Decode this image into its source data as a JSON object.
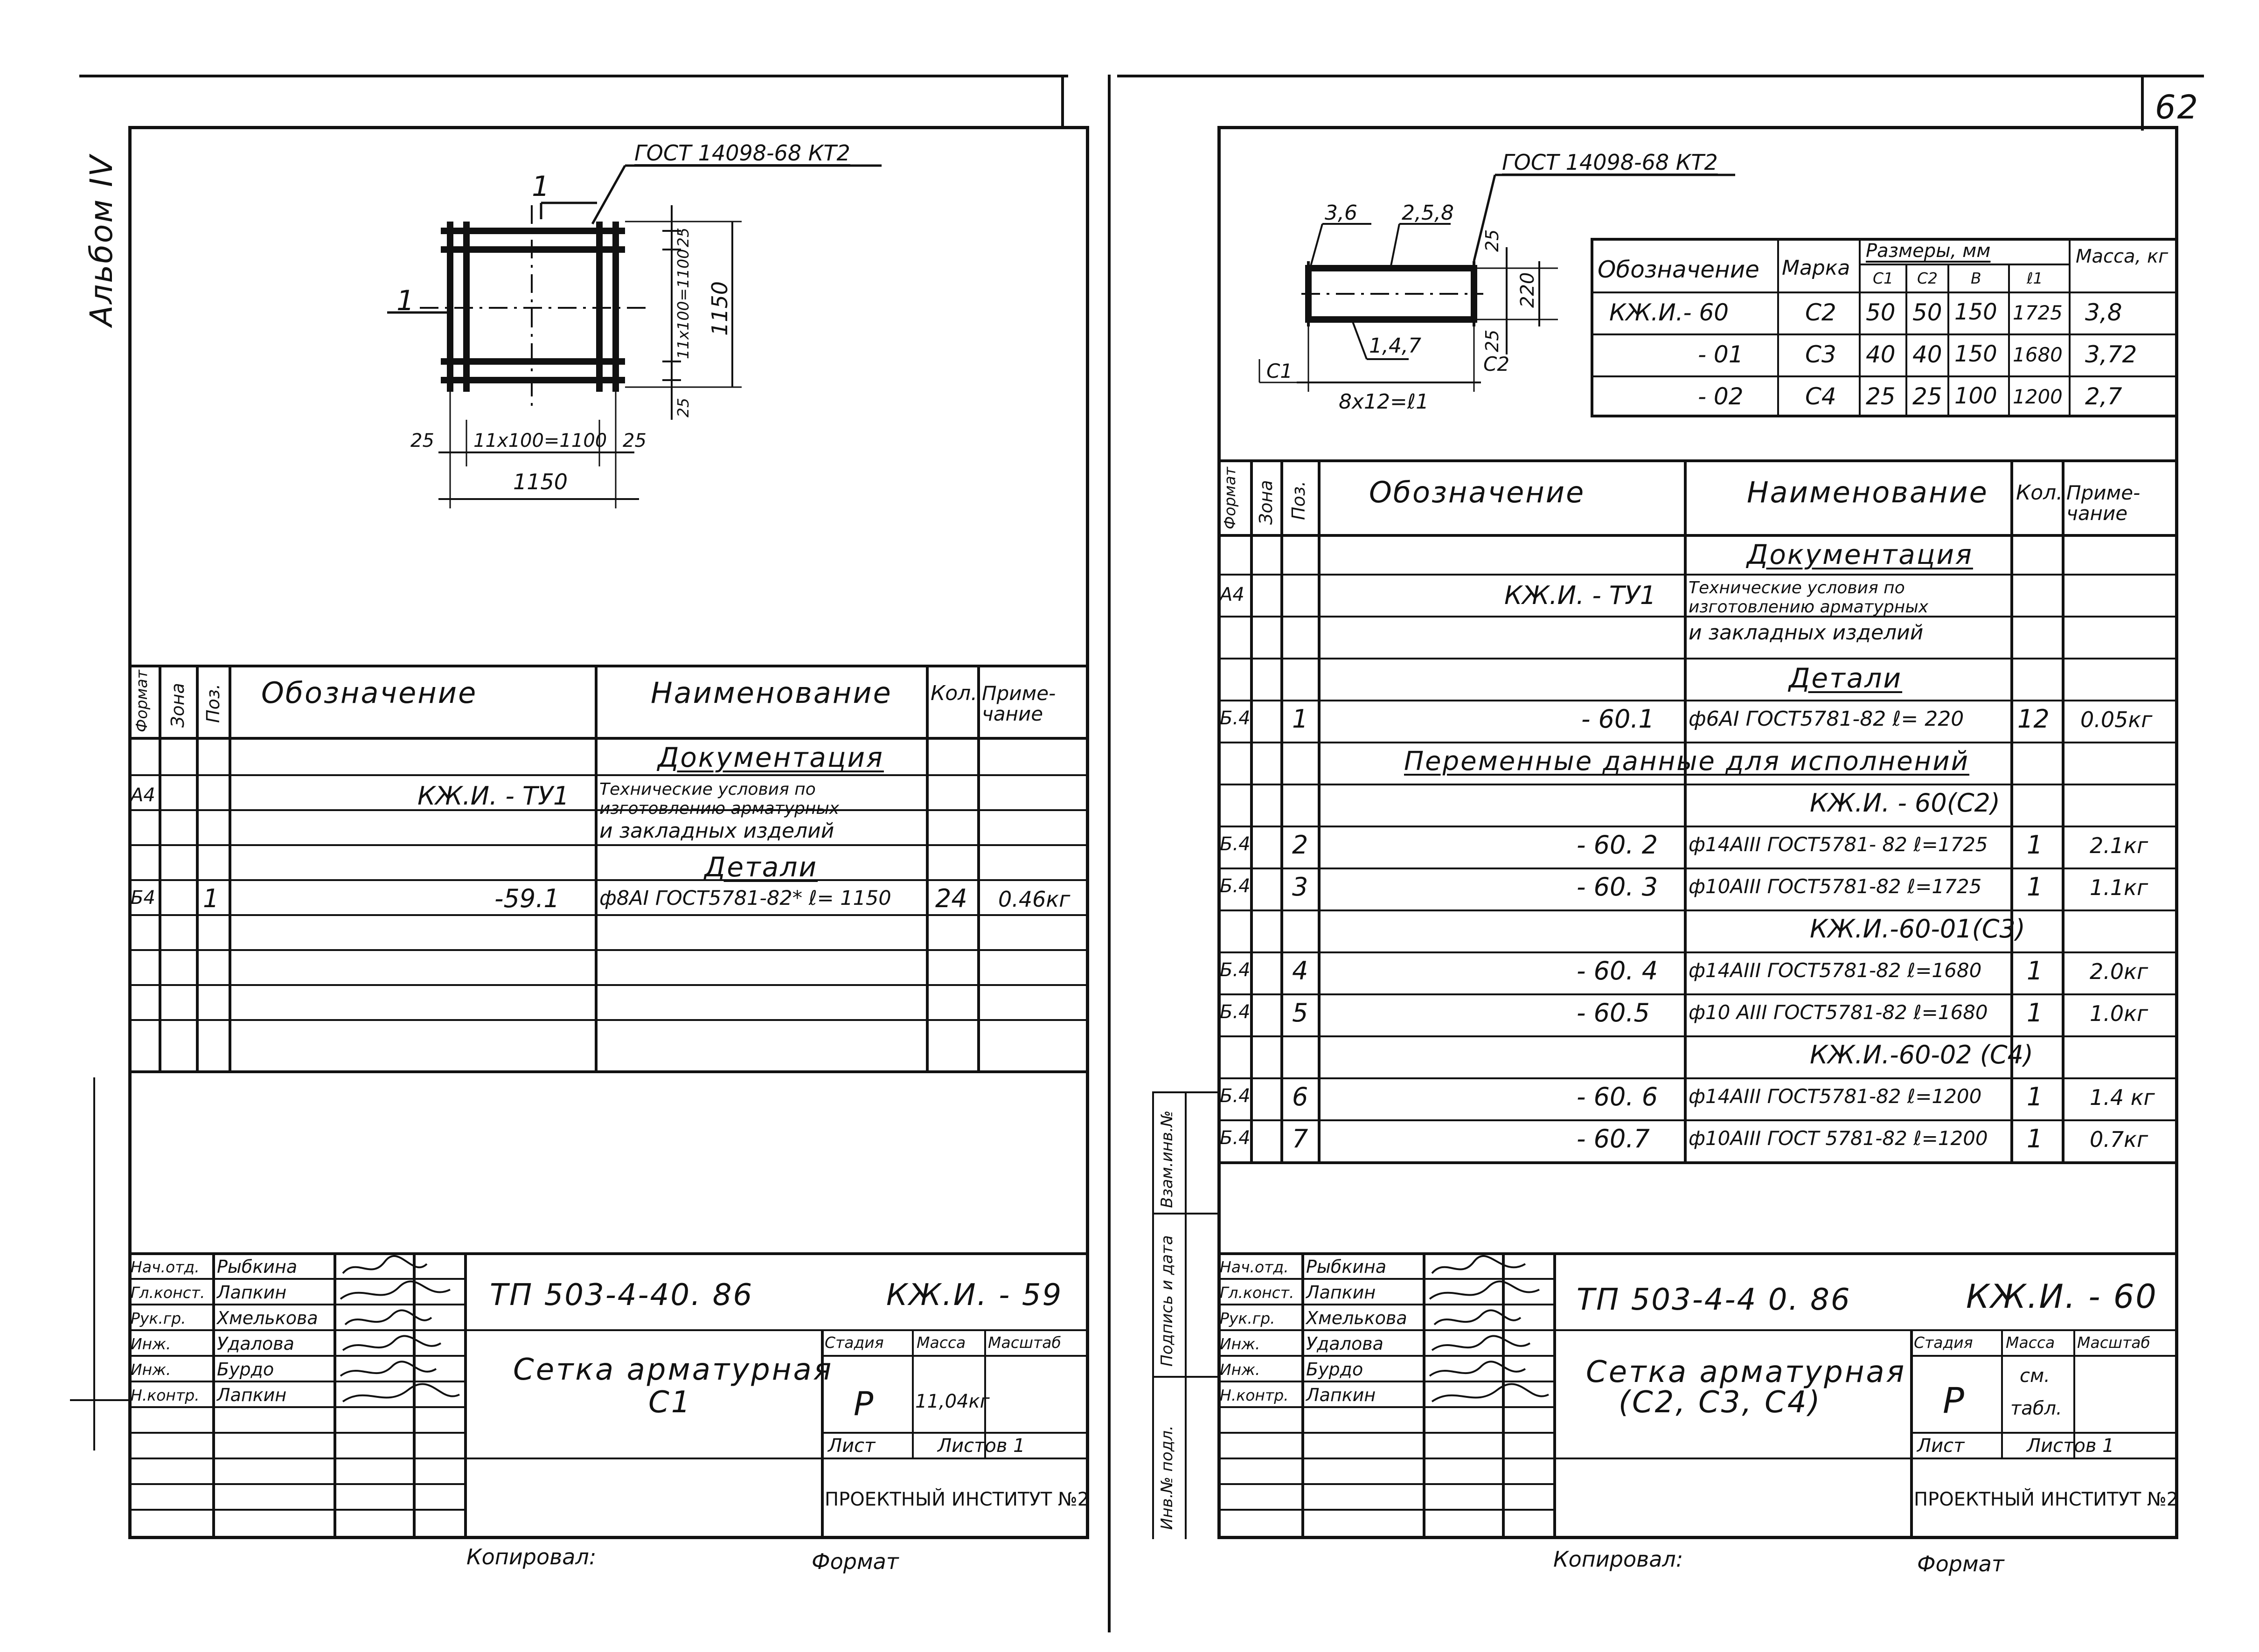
{
  "page_number": "62",
  "album_label": "Альбом IV",
  "left_sheet": {
    "drawing": {
      "gost_label": "ГОСТ 14098-68 КТ2",
      "section_mark": "1",
      "section_mark_left": "1",
      "dim_top": "25",
      "dim_right_span": "11x100=1100",
      "dim_right_total": "1150",
      "dim_right_top": "25",
      "dim_bottom_left": "25",
      "dim_bottom_span": "11x100=1100",
      "dim_bottom_right": "25",
      "dim_bottom_total": "1150"
    },
    "table_headers": {
      "format": "Формат",
      "zone": "Зона",
      "pos": "Поз.",
      "designation": "Обозначение",
      "name": "Наименование",
      "qty": "Кол.",
      "note": "Приме-чание"
    },
    "rows": [
      {
        "format": "",
        "pos": "",
        "designation": "",
        "name": "Документация",
        "qty": "",
        "note": ""
      },
      {
        "format": "А4",
        "pos": "",
        "designation": "КЖ.И. - ТУ1",
        "name": "Технические условия по изготовлению арматурных",
        "qty": "",
        "note": ""
      },
      {
        "format": "",
        "pos": "",
        "designation": "",
        "name": "и закладных изделий",
        "qty": "",
        "note": ""
      },
      {
        "format": "",
        "pos": "",
        "designation": "",
        "name": "Детали",
        "qty": "",
        "note": ""
      },
      {
        "format": "Б4",
        "pos": "1",
        "designation": "-59.1",
        "name": "ф8АI ГОСТ5781-82* ℓ= 1150",
        "qty": "24",
        "note": "0.46кг"
      }
    ],
    "stamp": {
      "roles": [
        "Нач.отд.",
        "Гл.конст.",
        "Рук.гр.",
        "Инж.",
        "Инж.",
        "Н.контр."
      ],
      "names": [
        "Рыбкина",
        "Лапкин",
        "Хмелькова",
        "Удалова",
        "Бурдо",
        "Лапкин"
      ],
      "project": "ТП 503-4-40. 86",
      "doc_code": "КЖ.И. - 59",
      "title_line1": "Сетка арматурная",
      "title_line2": "С1",
      "stage_label": "Стадия",
      "mass_label": "Масса",
      "scale_label": "Масштаб",
      "stage": "Р",
      "mass": "11,04кг",
      "sheet_label": "Лист",
      "sheets_label": "Листов 1",
      "institute": "ПРОЕКТНЫЙ ИНСТИТУТ №2"
    },
    "footer_copied": "Копировал:",
    "footer_format": "Формат"
  },
  "right_sheet": {
    "drawing": {
      "gost_label": "ГОСТ 14098-68 КТ2",
      "label_36": "3,6",
      "label_258": "2,5,8",
      "label_147": "1,4,7",
      "label_c1": "С1",
      "label_c2": "С2",
      "dim_span": "8х12=ℓ1",
      "dim_25_top": "25",
      "dim_25_bottom": "25",
      "dim_220": "220"
    },
    "mass_table": {
      "headers": [
        "Обозначение",
        "Марка",
        "Размеры, мм",
        "Масса, кг"
      ],
      "sub_headers": [
        "С1",
        "С2",
        "В",
        "ℓ1"
      ],
      "rows": [
        {
          "designation": "КЖ.И.- 60",
          "mark": "С2",
          "c1": "50",
          "c2": "50",
          "b": "150",
          "l1": "1725",
          "mass": "3,8"
        },
        {
          "designation": "- 01",
          "mark": "С3",
          "c1": "40",
          "c2": "40",
          "b": "150",
          "l1": "1680",
          "mass": "3,72"
        },
        {
          "designation": "- 02",
          "mark": "С4",
          "c1": "25",
          "c2": "25",
          "b": "100",
          "l1": "1200",
          "mass": "2,7"
        }
      ]
    },
    "table_headers": {
      "format": "Формат",
      "zone": "Зона",
      "pos": "Поз.",
      "designation": "Обозначение",
      "name": "Наименование",
      "qty": "Кол.",
      "note": "Приме-чание"
    },
    "rows": [
      {
        "format": "",
        "pos": "",
        "designation": "",
        "name": "Документация",
        "qty": "",
        "note": ""
      },
      {
        "format": "А4",
        "pos": "",
        "designation": "КЖ.И. - ТУ1",
        "name": "Технические условия по изготовлению арматурных",
        "qty": "",
        "note": ""
      },
      {
        "format": "",
        "pos": "",
        "designation": "",
        "name": "и закладных изделий",
        "qty": "",
        "note": ""
      },
      {
        "format": "",
        "pos": "",
        "designation": "",
        "name": "Детали",
        "qty": "",
        "note": ""
      },
      {
        "format": "Б.4",
        "pos": "1",
        "designation": "- 60.1",
        "name": "ф6АI ГОСТ5781-82 ℓ= 220",
        "qty": "12",
        "note": "0.05кг"
      },
      {
        "format": "",
        "pos": "",
        "designation": "Переменные данные для исполнений",
        "name": "",
        "qty": "",
        "note": ""
      },
      {
        "format": "",
        "pos": "",
        "designation": "",
        "name": "КЖ.И. - 60(С2)",
        "qty": "",
        "note": ""
      },
      {
        "format": "Б.4",
        "pos": "2",
        "designation": "- 60. 2",
        "name": "ф14АIII ГОСТ5781- 82 ℓ=1725",
        "qty": "1",
        "note": "2.1кг"
      },
      {
        "format": "Б.4",
        "pos": "3",
        "designation": "- 60. 3",
        "name": "ф10АIII ГОСТ5781-82 ℓ=1725",
        "qty": "1",
        "note": "1.1кг"
      },
      {
        "format": "",
        "pos": "",
        "designation": "",
        "name": "КЖ.И.-60-01(С3)",
        "qty": "",
        "note": ""
      },
      {
        "format": "Б.4",
        "pos": "4",
        "designation": "- 60. 4",
        "name": "ф14АIII ГОСТ5781-82 ℓ=1680",
        "qty": "1",
        "note": "2.0кг"
      },
      {
        "format": "Б.4",
        "pos": "5",
        "designation": "- 60.5",
        "name": "ф10 АIII ГОСТ5781-82 ℓ=1680",
        "qty": "1",
        "note": "1.0кг"
      },
      {
        "format": "",
        "pos": "",
        "designation": "",
        "name": "КЖ.И.-60-02 (С4)",
        "qty": "",
        "note": ""
      },
      {
        "format": "Б.4",
        "pos": "6",
        "designation": "- 60. 6",
        "name": "ф14АIII ГОСТ5781-82 ℓ=1200",
        "qty": "1",
        "note": "1.4 кг"
      },
      {
        "format": "Б.4",
        "pos": "7",
        "designation": "- 60.7",
        "name": "ф10АIII ГОСТ 5781-82 ℓ=1200",
        "qty": "1",
        "note": "0.7кг"
      }
    ],
    "side_labels": [
      "Взам.инв.№",
      "Подпись и дата",
      "Инв.№ подл."
    ],
    "stamp": {
      "roles": [
        "Нач.отд.",
        "Гл.конст.",
        "Рук.гр.",
        "Инж.",
        "Инж.",
        "Н.контр."
      ],
      "names": [
        "Рыбкина",
        "Лапкин",
        "Хмелькова",
        "Удалова",
        "Бурдо",
        "Лапкин"
      ],
      "project": "ТП 503-4-4 0. 86",
      "doc_code": "КЖ.И. - 60",
      "title_line1": "Сетка арматурная",
      "title_line2": "(С2, С3, С4)",
      "stage_label": "Стадия",
      "mass_label": "Масса",
      "scale_label": "Масштаб",
      "stage": "Р",
      "mass_line1": "см.",
      "mass_line2": "табл.",
      "sheet_label": "Лист",
      "sheets_label": "Листов 1",
      "institute": "ПРОЕКТНЫЙ ИНСТИТУТ №2"
    },
    "footer_copied": "Копировал:",
    "footer_format": "Формат"
  }
}
